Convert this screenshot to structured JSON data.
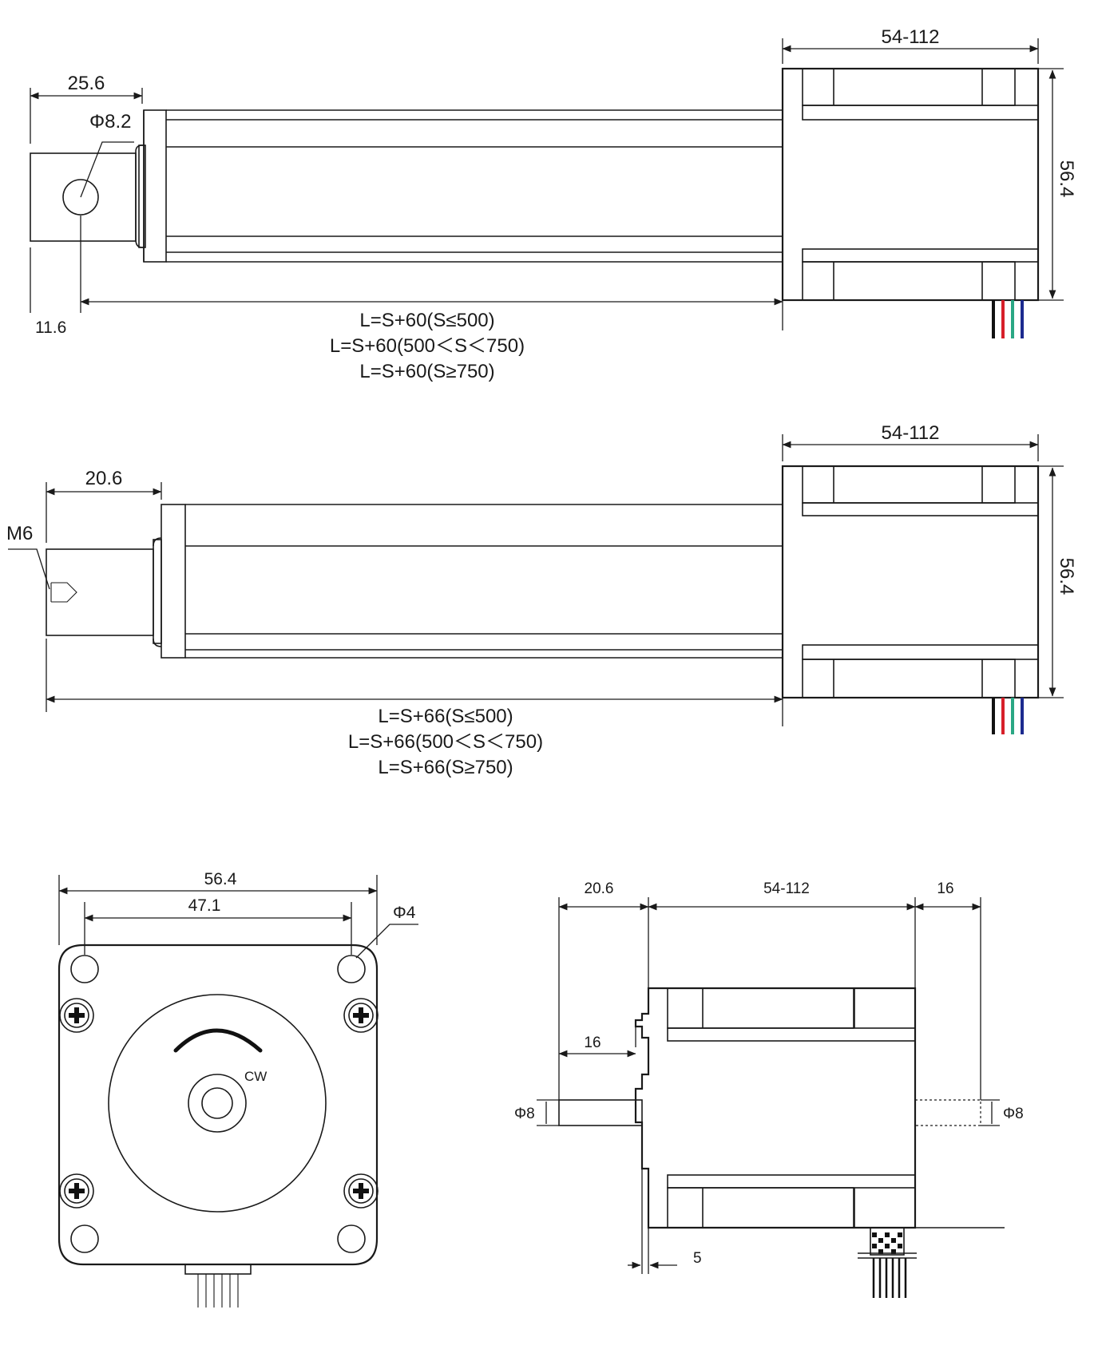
{
  "drawing": {
    "colors": {
      "line": "#1a1a1a",
      "wire_black": "#111111",
      "wire_red": "#d7202a",
      "wire_green": "#2aa784",
      "wire_blue": "#1c2a8f"
    },
    "view1": {
      "dim_shaft": "25.6",
      "dim_hole": "Φ8.2",
      "dim_offset": "11.6",
      "dim_motor_len": "54-112",
      "dim_height": "56.4",
      "length_lines": [
        "L=S+60(S≤500)",
        "L=S+60(500＜S＜750)",
        "L=S+60(S≥750)"
      ]
    },
    "view2": {
      "dim_shaft": "20.6",
      "dim_thread": "M6",
      "dim_motor_len": "54-112",
      "dim_height": "56.4",
      "length_lines": [
        "L=S+66(S≤500)",
        "L=S+66(500＜S＜750)",
        "L=S+66(S≥750)"
      ]
    },
    "front_view": {
      "dim_width": "56.4",
      "dim_hole_spacing": "47.1",
      "dim_hole": "Φ4",
      "rotation_label": "CW"
    },
    "side_view": {
      "dim_shaft": "20.6",
      "dim_motor_len": "54-112",
      "dim_rear_shaft": "16",
      "dim_shaft_flat": "16",
      "dim_shaft_dia_front": "Φ8",
      "dim_shaft_dia_rear": "Φ8",
      "dim_boss": "5"
    }
  }
}
